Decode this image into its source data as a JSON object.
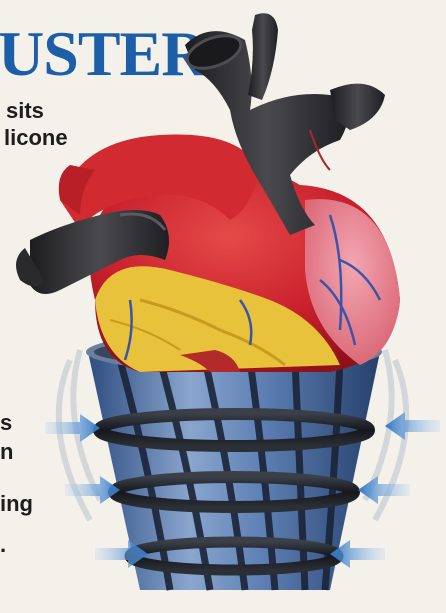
{
  "headline": "USTER",
  "top_text": [
    "sits",
    "licone"
  ],
  "bottom_text": [
    "s",
    "n",
    "ing",
    "."
  ],
  "colors": {
    "headline": "#1c5fa8",
    "heart_red": "#c8202c",
    "vessel_dark": "#2a2a2c",
    "fat_yellow": "#e7c23a",
    "sleeve_blue": "#4a6fa5",
    "arrow_blue": "#2f75c4",
    "background": "#f4f1ea"
  }
}
